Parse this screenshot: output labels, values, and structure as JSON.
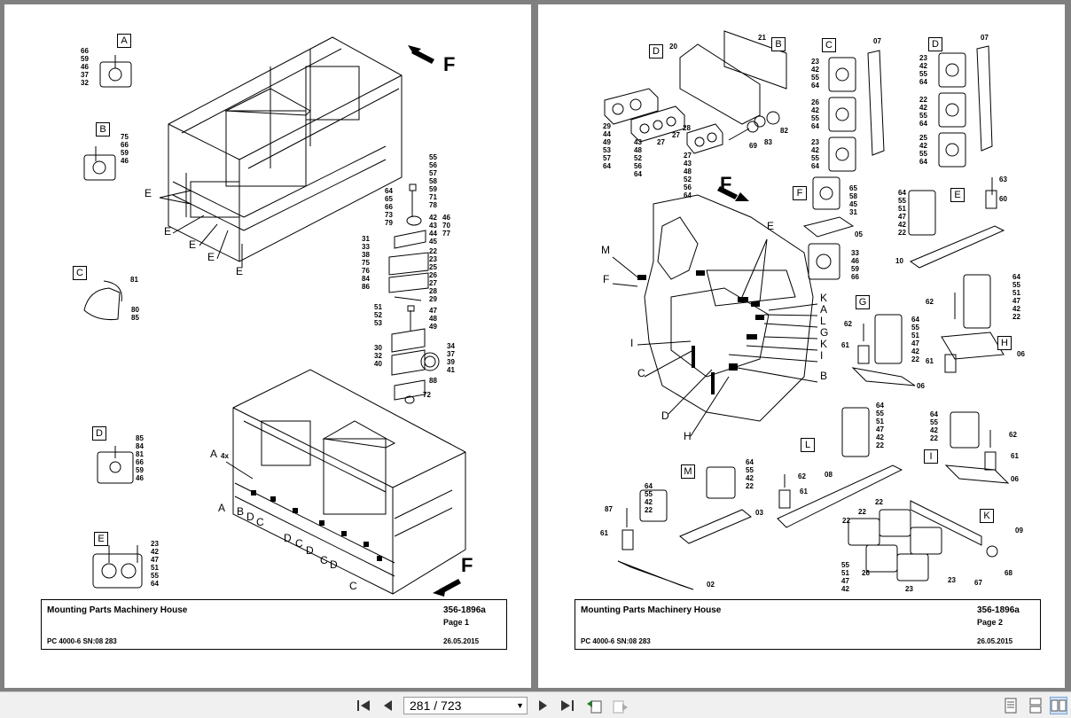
{
  "document": {
    "page1": {
      "title": "Mounting Parts Machinery House",
      "number": "356-1896a",
      "page_label": "Page 1",
      "model": "PC 4000-6 SN:08 283",
      "date": "26.05.2015",
      "detail_labels": {
        "A": "A",
        "B": "B",
        "C": "C",
        "D": "D",
        "E": "E"
      },
      "parts_A": "66\n59\n46\n37\n32",
      "parts_B": "75\n66\n59\n46",
      "parts_C1": "81",
      "parts_C2": "80\n85",
      "parts_D": "85\n84\n81\n66\n59\n46",
      "parts_E": "23\n42\n47\n51\n55\n64",
      "parts_bolt_right": "55\n56\n57\n58\n59\n71\n78",
      "parts_bolt_left": "64\n65\n66\n73\n79",
      "parts_washer1": "42\n43\n44\n45",
      "parts_washer2": "46\n70\n77",
      "parts_clamp_left": "31\n33\n38\n75\n76\n84\n86",
      "parts_clamp_right": "22\n23\n25\n26\n27\n28\n29",
      "parts_pin_left": "51\n52\n53",
      "parts_pin_right": "47\n48\n49",
      "parts_block_left": "30\n32\n40",
      "parts_block_right": "34\n37\n39\n41",
      "parts_88": "88",
      "parts_72": "72",
      "callouts_top": [
        "E",
        "E",
        "E",
        "E",
        "E"
      ],
      "callouts_bottom": [
        "A",
        "4x",
        "A",
        "B",
        "D",
        "C",
        "D",
        "C",
        "D",
        "C",
        "D",
        "C"
      ],
      "direction": "F"
    },
    "page2": {
      "title": "Mounting Parts Machinery House",
      "number": "356-1896a",
      "page_label": "Page 2",
      "model": "PC 4000-6 SN:08 283",
      "date": "26.05.2015",
      "detail_labels": {
        "D": "D",
        "B": "B",
        "C": "C",
        "D2": "D",
        "F": "F",
        "E": "E",
        "G": "G",
        "H": "H",
        "L": "L",
        "I": "I",
        "M": "M",
        "K": "K"
      },
      "parts_20": "20",
      "parts_21": "21",
      "parts_D_left": "29\n44\n49\n53\n57\n64",
      "parts_D_mid": "43\n48\n52\n56\n64",
      "parts_D_27a": "27",
      "parts_D_27b": "27",
      "parts_D_28": "28",
      "parts_D_right": "27\n43\n48\n52\n56\n64",
      "parts_69": "69",
      "parts_83": "83",
      "parts_82": "82",
      "parts_C1": "23\n42\n55\n64",
      "parts_C2": "26\n42\n55\n64",
      "parts_C3": "23\n42\n55\n64",
      "parts_C07": "07",
      "parts_D1": "23\n42\n55\n64",
      "parts_D2": "22\n42\n55\n64",
      "parts_D3": "25\n42\n55\n64",
      "parts_D07": "07",
      "parts_F1": "65\n58\n45\n31",
      "parts_F05": "05",
      "parts_F2": "33\n46\n59\n66",
      "parts_E_left": "64\n55\n51\n47\n42\n22",
      "parts_E63": "63",
      "parts_E60": "60",
      "parts_E10": "10",
      "parts_G62": "62",
      "parts_G61": "61",
      "parts_G_right": "64\n55\n51\n47\n42\n22",
      "parts_G06": "06",
      "parts_H62": "62",
      "parts_H_right": "64\n55\n51\n47\n42\n22",
      "parts_H61": "61",
      "parts_H06": "06",
      "parts_L_right": "64\n55\n51\n47\n42\n22",
      "parts_L62": "62",
      "parts_L61": "61",
      "parts_L08": "08",
      "parts_I_left": "64\n55\n42\n22",
      "parts_I62": "62",
      "parts_I61": "61",
      "parts_I06": "06",
      "parts_M_left": "64\n55\n42\n22",
      "parts_M_right": "64\n55\n42\n22",
      "parts_M87": "87",
      "parts_M61": "61",
      "parts_M03": "03",
      "parts_M02": "02",
      "parts_K22a": "22",
      "parts_K22b": "22",
      "parts_K22c": "22",
      "parts_K09": "09",
      "parts_K_left": "55\n51\n47\n42",
      "parts_K26": "26",
      "parts_K23a": "23",
      "parts_K23b": "23",
      "parts_K67": "67",
      "parts_K68": "68",
      "callouts_left": [
        "M",
        "F",
        "I",
        "C",
        "D",
        "H"
      ],
      "callouts_right": [
        "K",
        "A",
        "L",
        "G",
        "K",
        "I",
        "B"
      ],
      "callout_E": "E",
      "direction": "F"
    }
  },
  "toolbar": {
    "page_indicator": "281 / 723"
  }
}
